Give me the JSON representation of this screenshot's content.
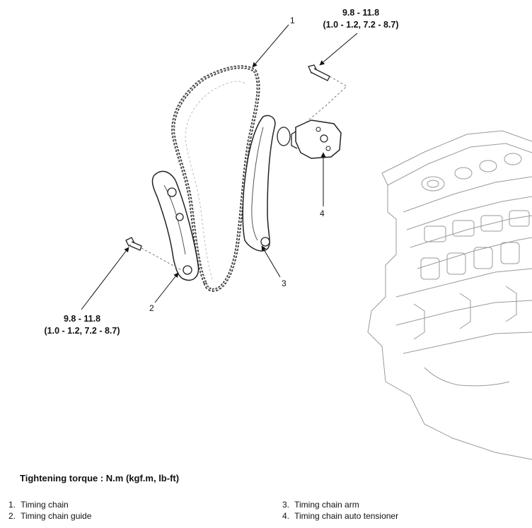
{
  "callouts": [
    "1",
    "2",
    "3",
    "4"
  ],
  "torque_top": {
    "line1": "9.8 - 11.8",
    "line2": "(1.0 - 1.2, 7.2 - 8.7)"
  },
  "torque_left": {
    "line1": "9.8 - 11.8",
    "line2": "(1.0 - 1.2, 7.2 - 8.7)"
  },
  "torque_heading": "Tightening torque : N.m (kgf.m, lb-ft)",
  "legend": [
    {
      "num": "1.",
      "label": "Timing chain"
    },
    {
      "num": "2.",
      "label": "Timing chain guide"
    },
    {
      "num": "3.",
      "label": "Timing chain arm"
    },
    {
      "num": "4.",
      "label": "Timing chain auto tensioner"
    }
  ]
}
